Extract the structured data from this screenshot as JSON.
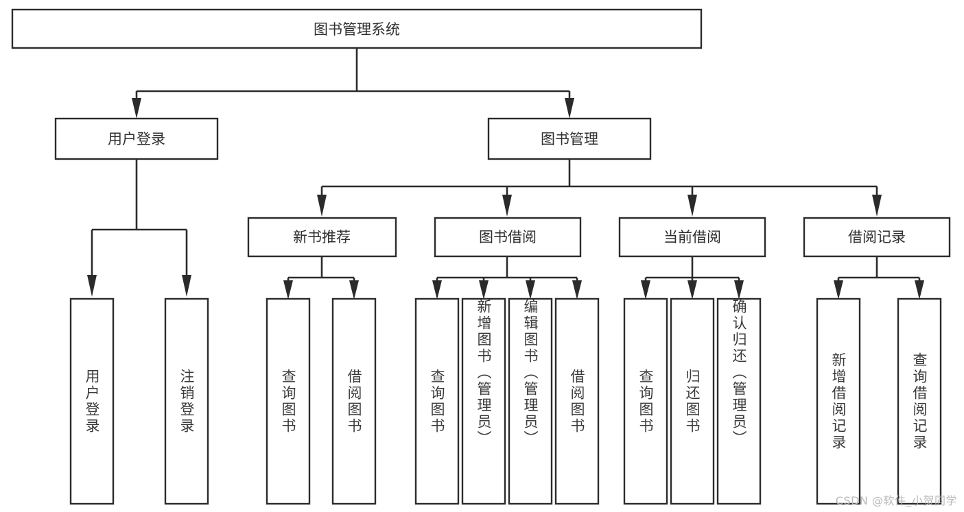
{
  "diagram": {
    "title": "图书管理系统",
    "type": "tree",
    "orientation": "top-down",
    "colors": {
      "box_fill": "#ffffff",
      "box_stroke": "#2b2b2b",
      "connector": "#2b2b2b",
      "text": "#2f2f2f",
      "watermark": "#b9b9b9",
      "background": "#ffffff"
    },
    "root": {
      "id": "root",
      "label": "图书管理系统",
      "orientation": "horizontal"
    },
    "level2": [
      {
        "id": "user-login",
        "label": "用户登录",
        "orientation": "horizontal"
      },
      {
        "id": "book-manage",
        "label": "图书管理",
        "orientation": "horizontal"
      }
    ],
    "level3": [
      {
        "id": "new-book-recommend",
        "label": "新书推荐",
        "orientation": "horizontal",
        "parent": "book-manage"
      },
      {
        "id": "book-borrow",
        "label": "图书借阅",
        "orientation": "horizontal",
        "parent": "book-manage"
      },
      {
        "id": "current-borrow",
        "label": "当前借阅",
        "orientation": "horizontal",
        "parent": "book-manage"
      },
      {
        "id": "borrow-record",
        "label": "借阅记录",
        "orientation": "horizontal",
        "parent": "book-manage"
      }
    ],
    "leaves": [
      {
        "id": "leaf-user-login",
        "label": "用户登录",
        "orientation": "vertical",
        "parent": "user-login"
      },
      {
        "id": "leaf-logout",
        "label": "注销登录",
        "orientation": "vertical",
        "parent": "user-login"
      },
      {
        "id": "leaf-query-book-1",
        "label": "查询图书",
        "orientation": "vertical",
        "parent": "new-book-recommend"
      },
      {
        "id": "leaf-borrow-book-1",
        "label": "借阅图书",
        "orientation": "vertical",
        "parent": "new-book-recommend"
      },
      {
        "id": "leaf-query-book-2",
        "label": "查询图书",
        "orientation": "vertical",
        "parent": "book-borrow"
      },
      {
        "id": "leaf-add-book",
        "label": "新增图书（管理员）",
        "orientation": "vertical",
        "parent": "book-borrow"
      },
      {
        "id": "leaf-edit-book",
        "label": "编辑图书（管理员）",
        "orientation": "vertical",
        "parent": "book-borrow"
      },
      {
        "id": "leaf-borrow-book-2",
        "label": "借阅图书",
        "orientation": "vertical",
        "parent": "book-borrow"
      },
      {
        "id": "leaf-query-book-3",
        "label": "查询图书",
        "orientation": "vertical",
        "parent": "current-borrow"
      },
      {
        "id": "leaf-return-book",
        "label": "归还图书",
        "orientation": "vertical",
        "parent": "current-borrow"
      },
      {
        "id": "leaf-confirm-return",
        "label": "确认归还（管理员）",
        "orientation": "vertical",
        "parent": "current-borrow"
      },
      {
        "id": "leaf-add-record",
        "label": "新增借阅记录",
        "orientation": "vertical",
        "parent": "borrow-record"
      },
      {
        "id": "leaf-query-record",
        "label": "查询借阅记录",
        "orientation": "vertical",
        "parent": "borrow-record"
      }
    ]
  },
  "watermark": {
    "text": "CSDN @软件_小贺同学"
  }
}
